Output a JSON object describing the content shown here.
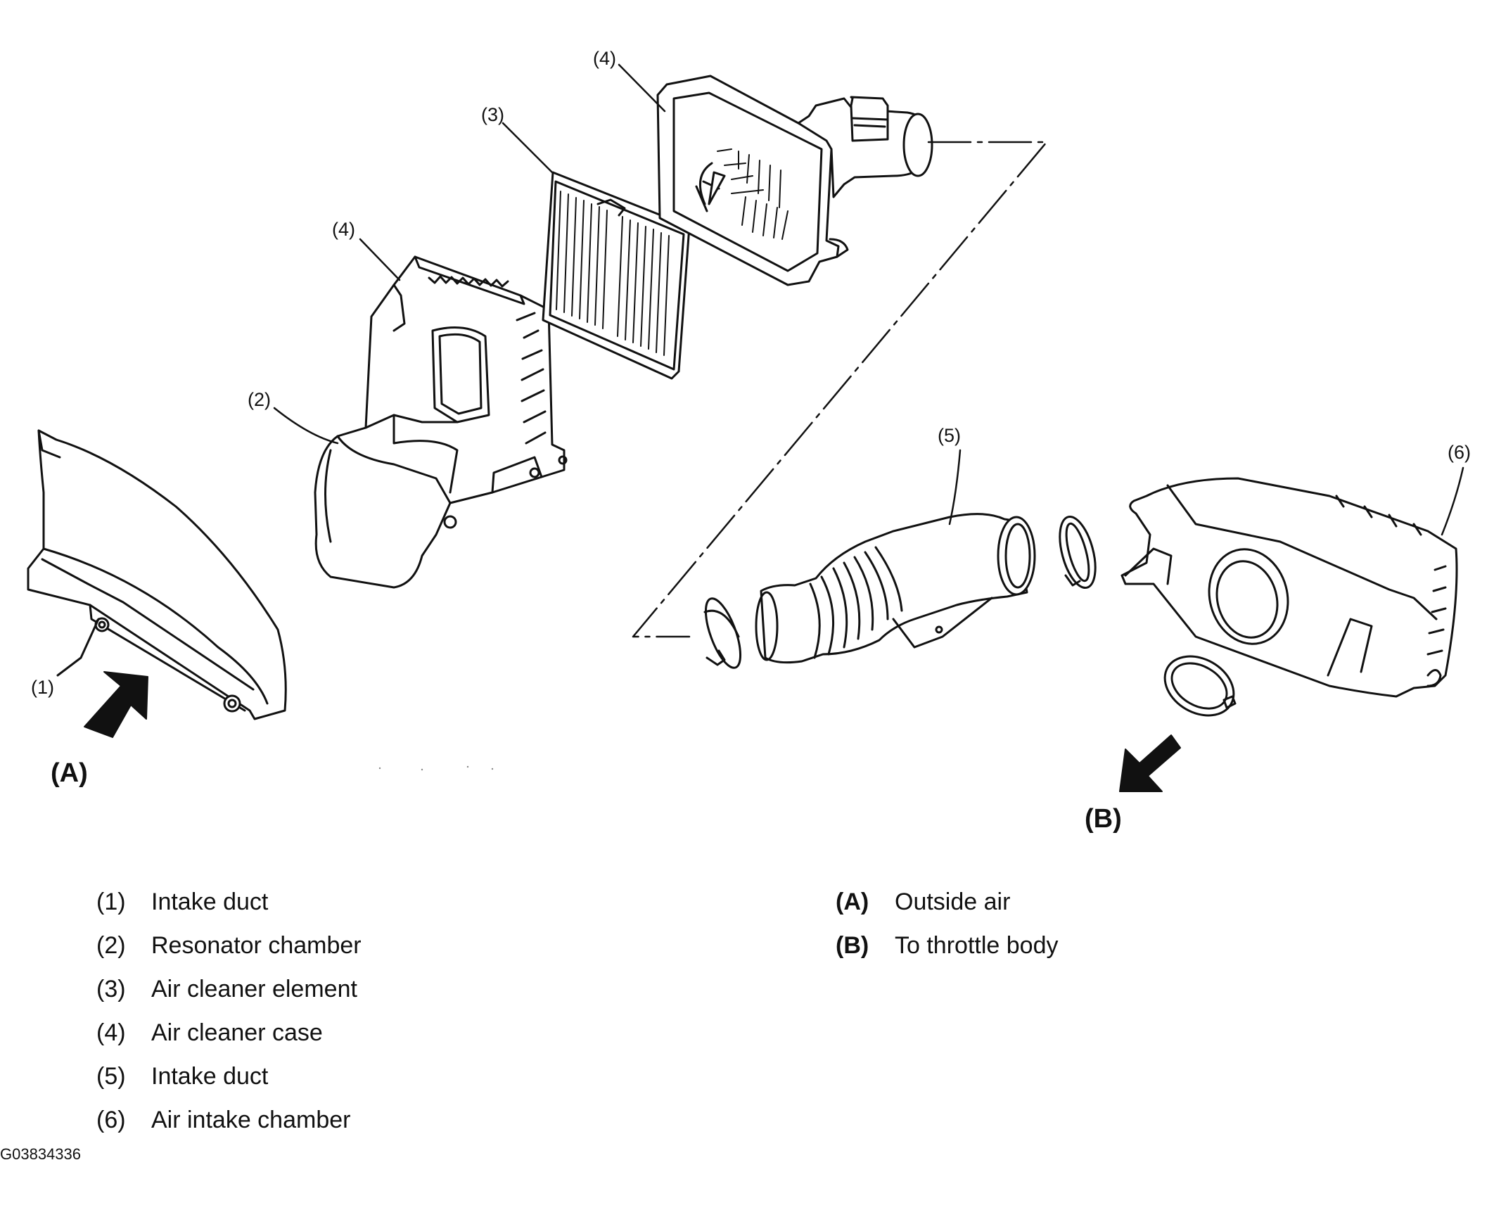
{
  "callouts": {
    "c1": "(1)",
    "c2": "(2)",
    "c3": "(3)",
    "c4a": "(4)",
    "c4b": "(4)",
    "c5": "(5)",
    "c6": "(6)",
    "ca": "(A)",
    "cb": "(B)"
  },
  "legend_left": [
    {
      "num": "(1)",
      "text": "Intake duct"
    },
    {
      "num": "(2)",
      "text": "Resonator chamber"
    },
    {
      "num": "(3)",
      "text": "Air cleaner element"
    },
    {
      "num": "(4)",
      "text": "Air cleaner case"
    },
    {
      "num": "(5)",
      "text": "Intake duct"
    },
    {
      "num": "(6)",
      "text": "Air intake chamber"
    }
  ],
  "legend_right": [
    {
      "num": "(A)",
      "text": "Outside air"
    },
    {
      "num": "(B)",
      "text": "To throttle body"
    }
  ],
  "figure_code": "G03834336"
}
